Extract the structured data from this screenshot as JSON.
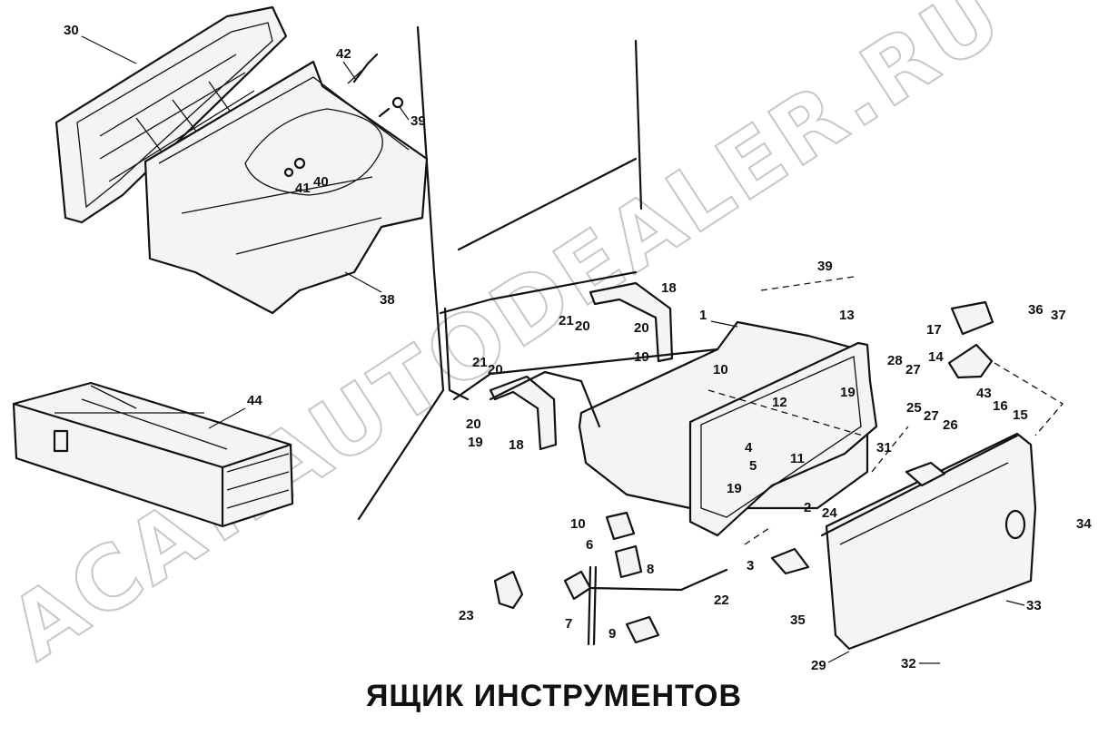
{
  "title": "ЯЩИК ИНСТРУМЕНТОВ",
  "watermark": "ACAT.AUTODEALER.RU",
  "callouts": [
    "30",
    "42",
    "39",
    "40",
    "41",
    "38",
    "44",
    "18",
    "21",
    "20",
    "19",
    "1",
    "13",
    "39",
    "17",
    "36",
    "37",
    "14",
    "28",
    "27",
    "10",
    "12",
    "4",
    "5",
    "11",
    "25",
    "26",
    "16",
    "15",
    "43",
    "31",
    "19",
    "2",
    "24",
    "34",
    "6",
    "10",
    "8",
    "3",
    "22",
    "23",
    "7",
    "9",
    "35",
    "29",
    "33",
    "32",
    "21",
    "20",
    "20",
    "19",
    "18",
    "27"
  ]
}
